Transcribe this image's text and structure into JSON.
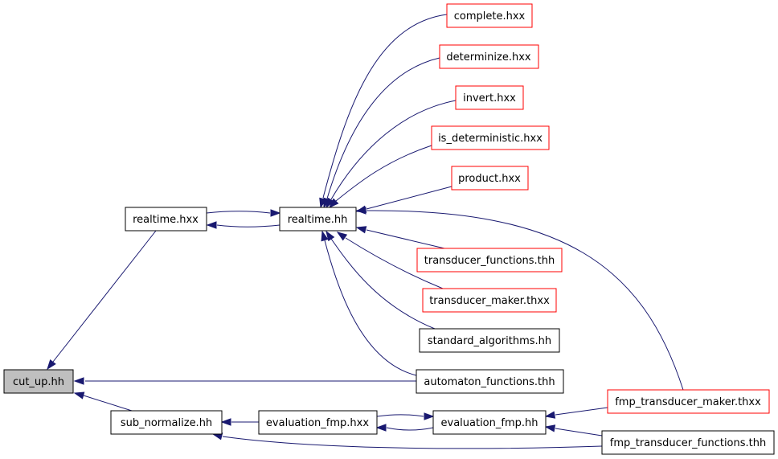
{
  "graph": {
    "edge_color": "#191970",
    "node_border_colors": {
      "normal": "#000000",
      "truncated": "#ff0000"
    },
    "root_fill": "#bfbfbf",
    "nodes": {
      "cut_up_hh": "cut_up.hh",
      "realtime_hxx": "realtime.hxx",
      "realtime_hh": "realtime.hh",
      "complete_hxx": "complete.hxx",
      "determinize_hxx": "determinize.hxx",
      "invert_hxx": "invert.hxx",
      "is_deterministic_hxx": "is_deterministic.hxx",
      "product_hxx": "product.hxx",
      "transducer_functions_thh": "transducer_functions.thh",
      "transducer_maker_thxx": "transducer_maker.thxx",
      "standard_algorithms_hh": "standard_algorithms.hh",
      "automaton_functions_thh": "automaton_functions.thh",
      "sub_normalize_hh": "sub_normalize.hh",
      "evaluation_fmp_hxx": "evaluation_fmp.hxx",
      "evaluation_fmp_hh": "evaluation_fmp.hh",
      "fmp_transducer_maker_thxx": "fmp_transducer_maker.thxx",
      "fmp_transducer_functions_thh": "fmp_transducer_functions.thh"
    },
    "node_styles": {
      "cut_up_hh": "root",
      "realtime_hxx": "normal",
      "realtime_hh": "normal",
      "complete_hxx": "truncated",
      "determinize_hxx": "truncated",
      "invert_hxx": "truncated",
      "is_deterministic_hxx": "truncated",
      "product_hxx": "truncated",
      "transducer_functions_thh": "truncated",
      "transducer_maker_thxx": "truncated",
      "standard_algorithms_hh": "normal",
      "automaton_functions_thh": "normal",
      "sub_normalize_hh": "normal",
      "evaluation_fmp_hxx": "normal",
      "evaluation_fmp_hh": "normal",
      "fmp_transducer_maker_thxx": "truncated",
      "fmp_transducer_functions_thh": "normal"
    },
    "edges": [
      {
        "from": "realtime_hxx",
        "to": "cut_up_hh"
      },
      {
        "from": "automaton_functions_thh",
        "to": "cut_up_hh"
      },
      {
        "from": "sub_normalize_hh",
        "to": "cut_up_hh"
      },
      {
        "from": "realtime_hh",
        "to": "realtime_hxx"
      },
      {
        "from": "realtime_hxx",
        "to": "realtime_hh"
      },
      {
        "from": "complete_hxx",
        "to": "realtime_hh"
      },
      {
        "from": "determinize_hxx",
        "to": "realtime_hh"
      },
      {
        "from": "invert_hxx",
        "to": "realtime_hh"
      },
      {
        "from": "is_deterministic_hxx",
        "to": "realtime_hh"
      },
      {
        "from": "product_hxx",
        "to": "realtime_hh"
      },
      {
        "from": "fmp_transducer_maker_thxx",
        "to": "realtime_hh"
      },
      {
        "from": "transducer_functions_thh",
        "to": "realtime_hh"
      },
      {
        "from": "transducer_maker_thxx",
        "to": "realtime_hh"
      },
      {
        "from": "standard_algorithms_hh",
        "to": "realtime_hh"
      },
      {
        "from": "automaton_functions_thh",
        "to": "realtime_hh"
      },
      {
        "from": "evaluation_fmp_hxx",
        "to": "sub_normalize_hh"
      },
      {
        "from": "fmp_transducer_functions_thh",
        "to": "sub_normalize_hh"
      },
      {
        "from": "evaluation_fmp_hh",
        "to": "evaluation_fmp_hxx"
      },
      {
        "from": "evaluation_fmp_hxx",
        "to": "evaluation_fmp_hh"
      },
      {
        "from": "fmp_transducer_maker_thxx",
        "to": "evaluation_fmp_hh"
      },
      {
        "from": "fmp_transducer_functions_thh",
        "to": "evaluation_fmp_hh"
      }
    ]
  }
}
